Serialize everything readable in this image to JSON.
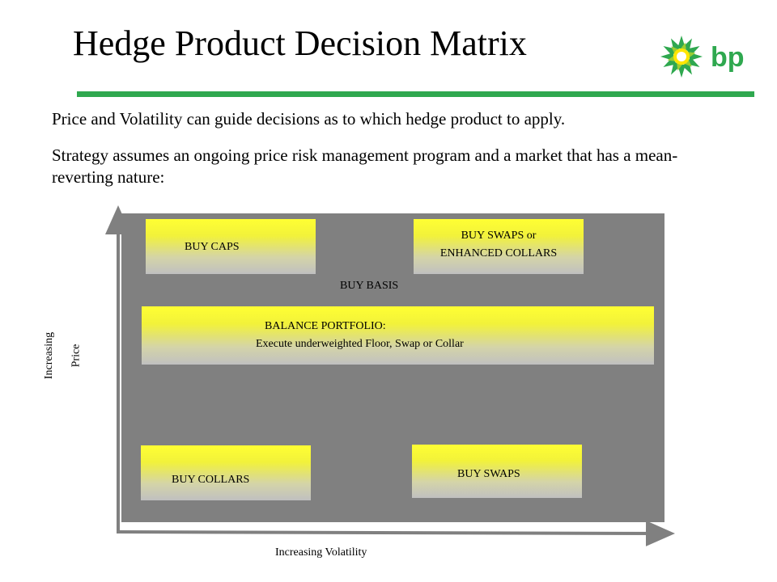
{
  "slide": {
    "title": "Hedge Product Decision Matrix",
    "intro_line1": "Price and Volatility can guide decisions as to which hedge product to apply.",
    "intro_line2": "Strategy assumes an ongoing price risk management program and a market that has a mean-reverting nature:"
  },
  "logo": {
    "text": "bp",
    "icon": "bp-helios-logo",
    "color_green": "#2fa84f",
    "color_yellow": "#ffe600"
  },
  "accent_rule_color": "#2fa84f",
  "matrix": {
    "background_color": "#808080",
    "box_gradient_top": "#ffff33",
    "box_gradient_bottom": "#c0c0c0",
    "buy_caps": "BUY CAPS",
    "buy_swaps_or_collars": "BUY SWAPS or ENHANCED COLLARS",
    "buy_basis": "BUY BASIS",
    "balance_title": "BALANCE PORTFOLIO:",
    "balance_detail": "Execute underweighted Floor, Swap or Collar",
    "buy_collars": "BUY COLLARS",
    "buy_swaps": "BUY SWAPS"
  },
  "axes": {
    "y_label_line1": "Increasing",
    "y_label_line2": "Price",
    "x_label": "Increasing Volatility"
  }
}
